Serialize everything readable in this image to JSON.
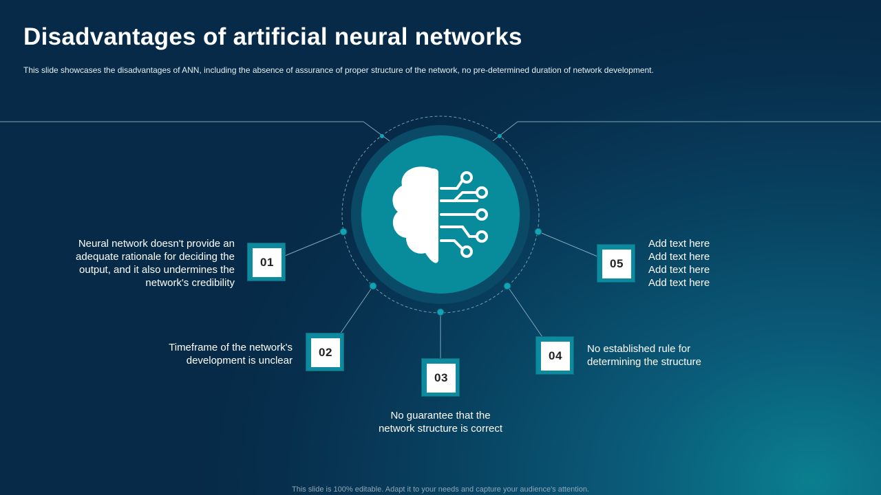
{
  "title": "Disadvantages of artificial neural networks",
  "subtitle": "This slide showcases the disadvantages  of ANN, including the absence of assurance of proper structure of the network, no pre-determined  duration of network development.",
  "footer": "This slide is 100% editable. Adapt it to your needs and capture your audience's attention.",
  "center_icon": "brain-circuit-icon",
  "items": [
    {
      "number": "01",
      "lines": [
        "Neural network doesn't provide an",
        "adequate rationale for deciding the",
        "output,  and it also undermines the",
        "network's credibility"
      ]
    },
    {
      "number": "02",
      "lines": [
        "Timeframe of the network's",
        "development  is unclear"
      ]
    },
    {
      "number": "03",
      "lines": [
        "No guarantee that the",
        "network structure  is correct"
      ]
    },
    {
      "number": "04",
      "lines": [
        "No established rule for",
        "determining the structure"
      ]
    },
    {
      "number": "05",
      "lines": [
        "Add text here",
        "Add text here",
        "Add text here",
        "Add text here"
      ]
    }
  ],
  "colors": {
    "accent": "#0e8a9e",
    "background": "#072f4d"
  }
}
